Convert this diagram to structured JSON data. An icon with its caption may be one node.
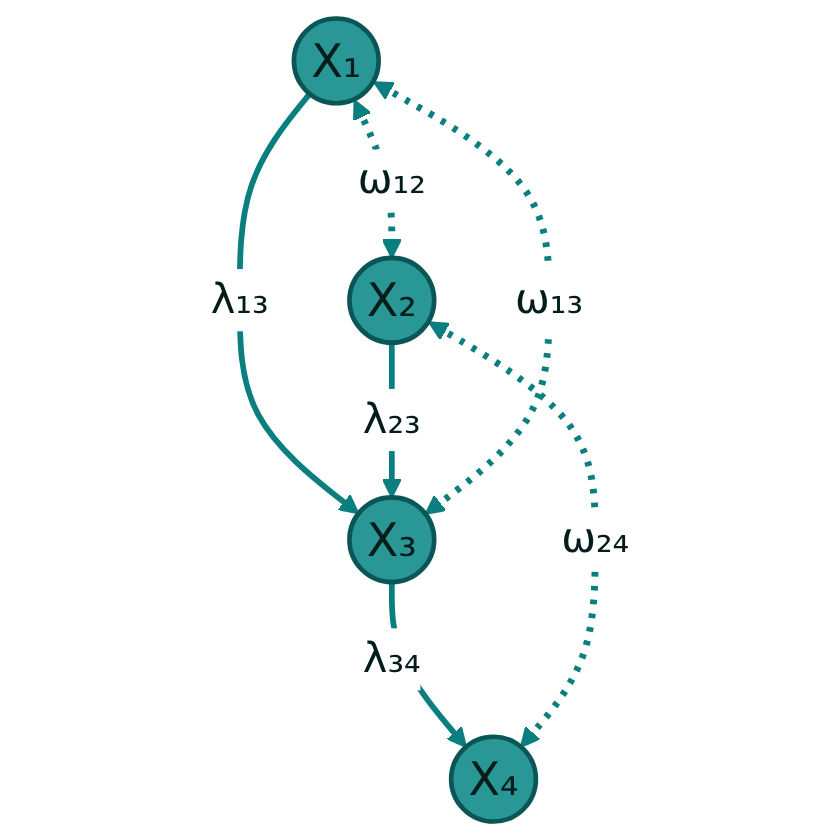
{
  "diagram": {
    "nodes": [
      {
        "text": [
          "X₁"
        ]
      },
      {
        "text": [
          "X₂"
        ]
      },
      {
        "text": [
          "X₃"
        ]
      },
      {
        "text": [
          "X₄"
        ]
      }
    ],
    "edges": [
      {
        "from": 0,
        "to": 2,
        "arrow": "to",
        "label": "λ₁₃"
      },
      {
        "from": 1,
        "to": 2,
        "arrow": "to",
        "label": "λ₂₃"
      },
      {
        "from": 2,
        "to": 3,
        "arrow": "to",
        "label": "λ₃₄"
      },
      {
        "from": 0,
        "to": 1,
        "arrow": "both",
        "label": "ω₁₂",
        "style": "dashed"
      },
      {
        "from": 0,
        "to": 2,
        "arrow": "both",
        "label": "ω₁₃",
        "style": "dashed"
      },
      {
        "from": 1,
        "to": 3,
        "arrow": "both",
        "label": "ω₂₄",
        "style": "dashed"
      }
    ]
  }
}
